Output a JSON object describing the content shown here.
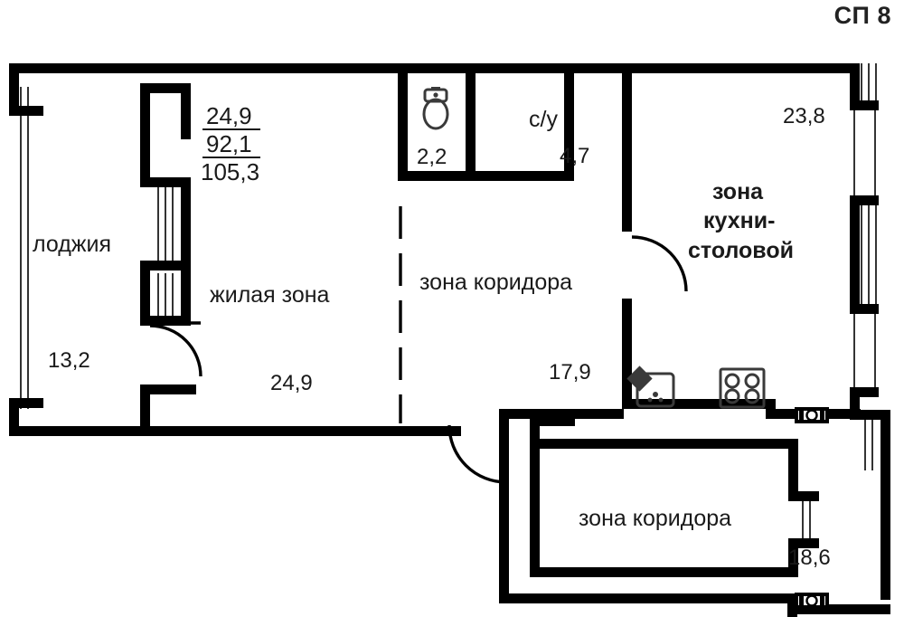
{
  "header": {
    "title": "СП 8"
  },
  "summary": {
    "line1": "24,9",
    "line2": "92,1",
    "line3": "105,3"
  },
  "rooms": [
    {
      "id": "loggia",
      "label": "лоджия",
      "area": "13,2"
    },
    {
      "id": "living",
      "label": "жилая зона",
      "area": "24,9"
    },
    {
      "id": "toilet",
      "label": "",
      "area": "2,2"
    },
    {
      "id": "bath",
      "label": "с/у",
      "area": "4,7"
    },
    {
      "id": "corridor-main",
      "label": "зона коридора",
      "area": "17,9"
    },
    {
      "id": "kitchen",
      "label": "зона кухни-столовой",
      "area": "23,8"
    },
    {
      "id": "corridor-low",
      "label": "зона коридора",
      "area": "18,6"
    }
  ],
  "kitchen_label_lines": [
    "зона",
    "кухни-",
    "столовой"
  ],
  "fixtures": [
    {
      "id": "toilet-fixture",
      "name": "toilet-icon"
    },
    {
      "id": "sink-fixture",
      "name": "sink-icon"
    },
    {
      "id": "stove-fixture",
      "name": "stove-icon"
    },
    {
      "id": "vent-upper",
      "name": "vent-icon"
    },
    {
      "id": "vent-lower",
      "name": "vent-icon"
    }
  ],
  "colors": {
    "wall": "#000000",
    "background": "#ffffff",
    "text": "#1a1a1a"
  }
}
